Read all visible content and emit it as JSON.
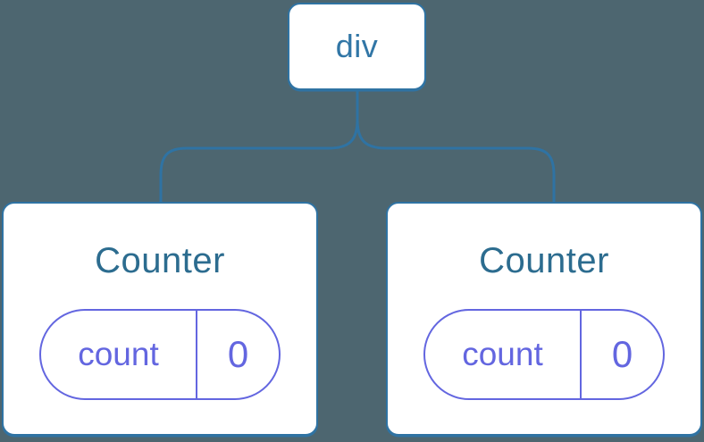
{
  "tree": {
    "root": {
      "label": "div"
    },
    "children": [
      {
        "name": "Counter",
        "state": [
          {
            "key": "count",
            "value": "0"
          }
        ]
      },
      {
        "name": "Counter",
        "state": [
          {
            "key": "count",
            "value": "0"
          }
        ]
      }
    ]
  },
  "colors": {
    "background": "#4D6670",
    "edge": "#2F73A3",
    "card_background": "#FFFFFF",
    "root_label": "#3176A6",
    "component_name": "#2C6C8F",
    "state_accent": "#6366E0"
  }
}
